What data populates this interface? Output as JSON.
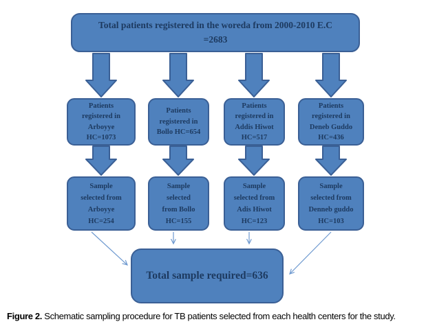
{
  "figure": {
    "top_box": {
      "lines": [
        "Total patients registered in the woreda from 2000-2010 E.C",
        "=2683"
      ]
    },
    "columns": [
      {
        "registered": {
          "lines": [
            "Patients",
            "registered in",
            "Arboyye",
            "HC=1073"
          ]
        },
        "sample": {
          "lines": [
            "Sample",
            "selected from",
            "Arboyye",
            "HC=254"
          ]
        }
      },
      {
        "registered": {
          "lines": [
            "Patients",
            "registered in",
            "Bollo HC=654"
          ]
        },
        "sample": {
          "lines": [
            "Sample",
            "selected",
            "from Bollo",
            "HC=155"
          ]
        }
      },
      {
        "registered": {
          "lines": [
            "Patients",
            "registered in",
            "Addis Hiwot",
            "HC=517"
          ]
        },
        "sample": {
          "lines": [
            "Sample",
            "selected from",
            "Adis Hiwot",
            "HC=123"
          ]
        }
      },
      {
        "registered": {
          "lines": [
            "Patients",
            "registered in",
            "Deneb Guddo",
            "HC=436"
          ]
        },
        "sample": {
          "lines": [
            "Sample",
            "selected from",
            "Denneb guddo",
            "HC=103"
          ]
        }
      }
    ],
    "total_box": {
      "label": "Total sample required=636"
    },
    "caption": {
      "prefix": "Figure 2.",
      "text": " Schematic sampling procedure for TB patients selected from each health centers for the study."
    },
    "colors": {
      "box_fill": "#4f81bd",
      "box_border": "#3a5f95",
      "box_text": "#1d3a60",
      "thin_arrow": "#6f9ad0"
    }
  }
}
